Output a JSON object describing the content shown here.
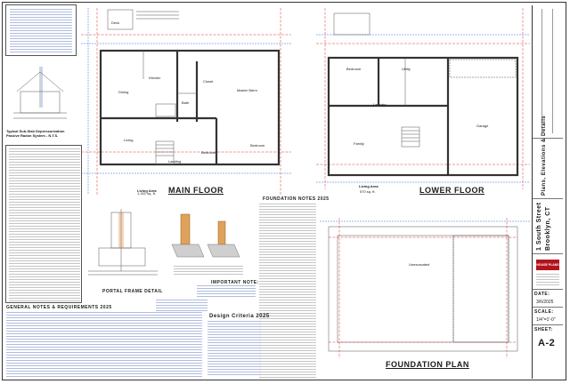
{
  "plans": {
    "main_floor": {
      "title": "MAIN FLOOR",
      "living_area_label": "Living Area",
      "living_area_value": "1,161 sq. ft.",
      "rooms": [
        "Deck",
        "Kitchen",
        "Dining",
        "Living",
        "Bedroom",
        "Bedroom",
        "Master Bdrm",
        "Landing",
        "Bath",
        "Closet"
      ]
    },
    "lower_floor": {
      "title": "LOWER FLOOR",
      "living_area_label": "Living Area",
      "living_area_value": "570 sq. ft.",
      "rooms": [
        "Bedroom",
        "Utility",
        "Laundry",
        "Family",
        "Garage"
      ]
    },
    "foundation_plan": {
      "title": "FOUNDATION PLAN",
      "rooms": [
        "Unexcavated"
      ]
    }
  },
  "notes": {
    "foundation_notes": "FOUNDATION NOTES 2025",
    "general_notes": "GENERAL NOTES & REQUIREMENTS 2025",
    "design_criteria": "Design Criteria 2025",
    "important_note": "IMPORTANT NOTE:",
    "portal_frame": "PORTAL FRAME DETAIL",
    "smoke_detail": "Typical Sub-Slab Depressurization Passive Radon System - N.T.S."
  },
  "title_block": {
    "drawing_title": "Plans, Elevations & Details",
    "address_line1": "1 South Street",
    "address_line2": "Brooklyn, CT",
    "brand": "HOUSE PLANS",
    "date_label": "DATE:",
    "date_value": "3/6/2025",
    "scale_label": "SCALE:",
    "scale_value": "1/4\"=1'-0\"",
    "sheet_label": "SHEET:",
    "sheet_value": "A-2"
  },
  "colors": {
    "red": "#d22",
    "blue": "#3d6fd6",
    "brand": "#b2141e"
  }
}
